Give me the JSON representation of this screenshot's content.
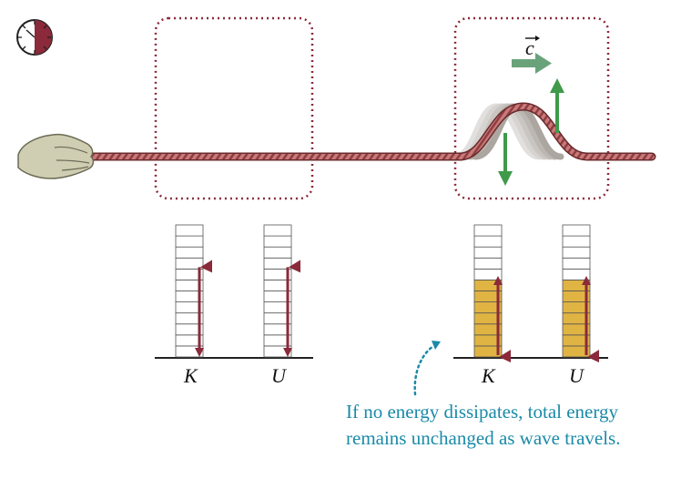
{
  "labels": {
    "wave_speed": "c",
    "kinetic": "K",
    "potential": "U"
  },
  "caption": {
    "line1": "If no energy dissipates, total energy",
    "line2": "remains unchanged as wave travels."
  },
  "meters": {
    "left": {
      "kinetic_fraction": 0,
      "potential_fraction": 0
    },
    "right": {
      "kinetic_fraction": 0.6,
      "potential_fraction": 0.6
    }
  },
  "icons": {
    "timer": "stopwatch-icon",
    "hand": "hand-icon"
  },
  "colors": {
    "rope": "#b5595a",
    "box_outline": "#8b2a3a",
    "arrow_red": "#8b2a3a",
    "arrow_green": "#3f9a4a",
    "velocity_arrow": "#6aa37a",
    "bar_fill": "#e0b443",
    "caption": "#1a8aa8"
  }
}
